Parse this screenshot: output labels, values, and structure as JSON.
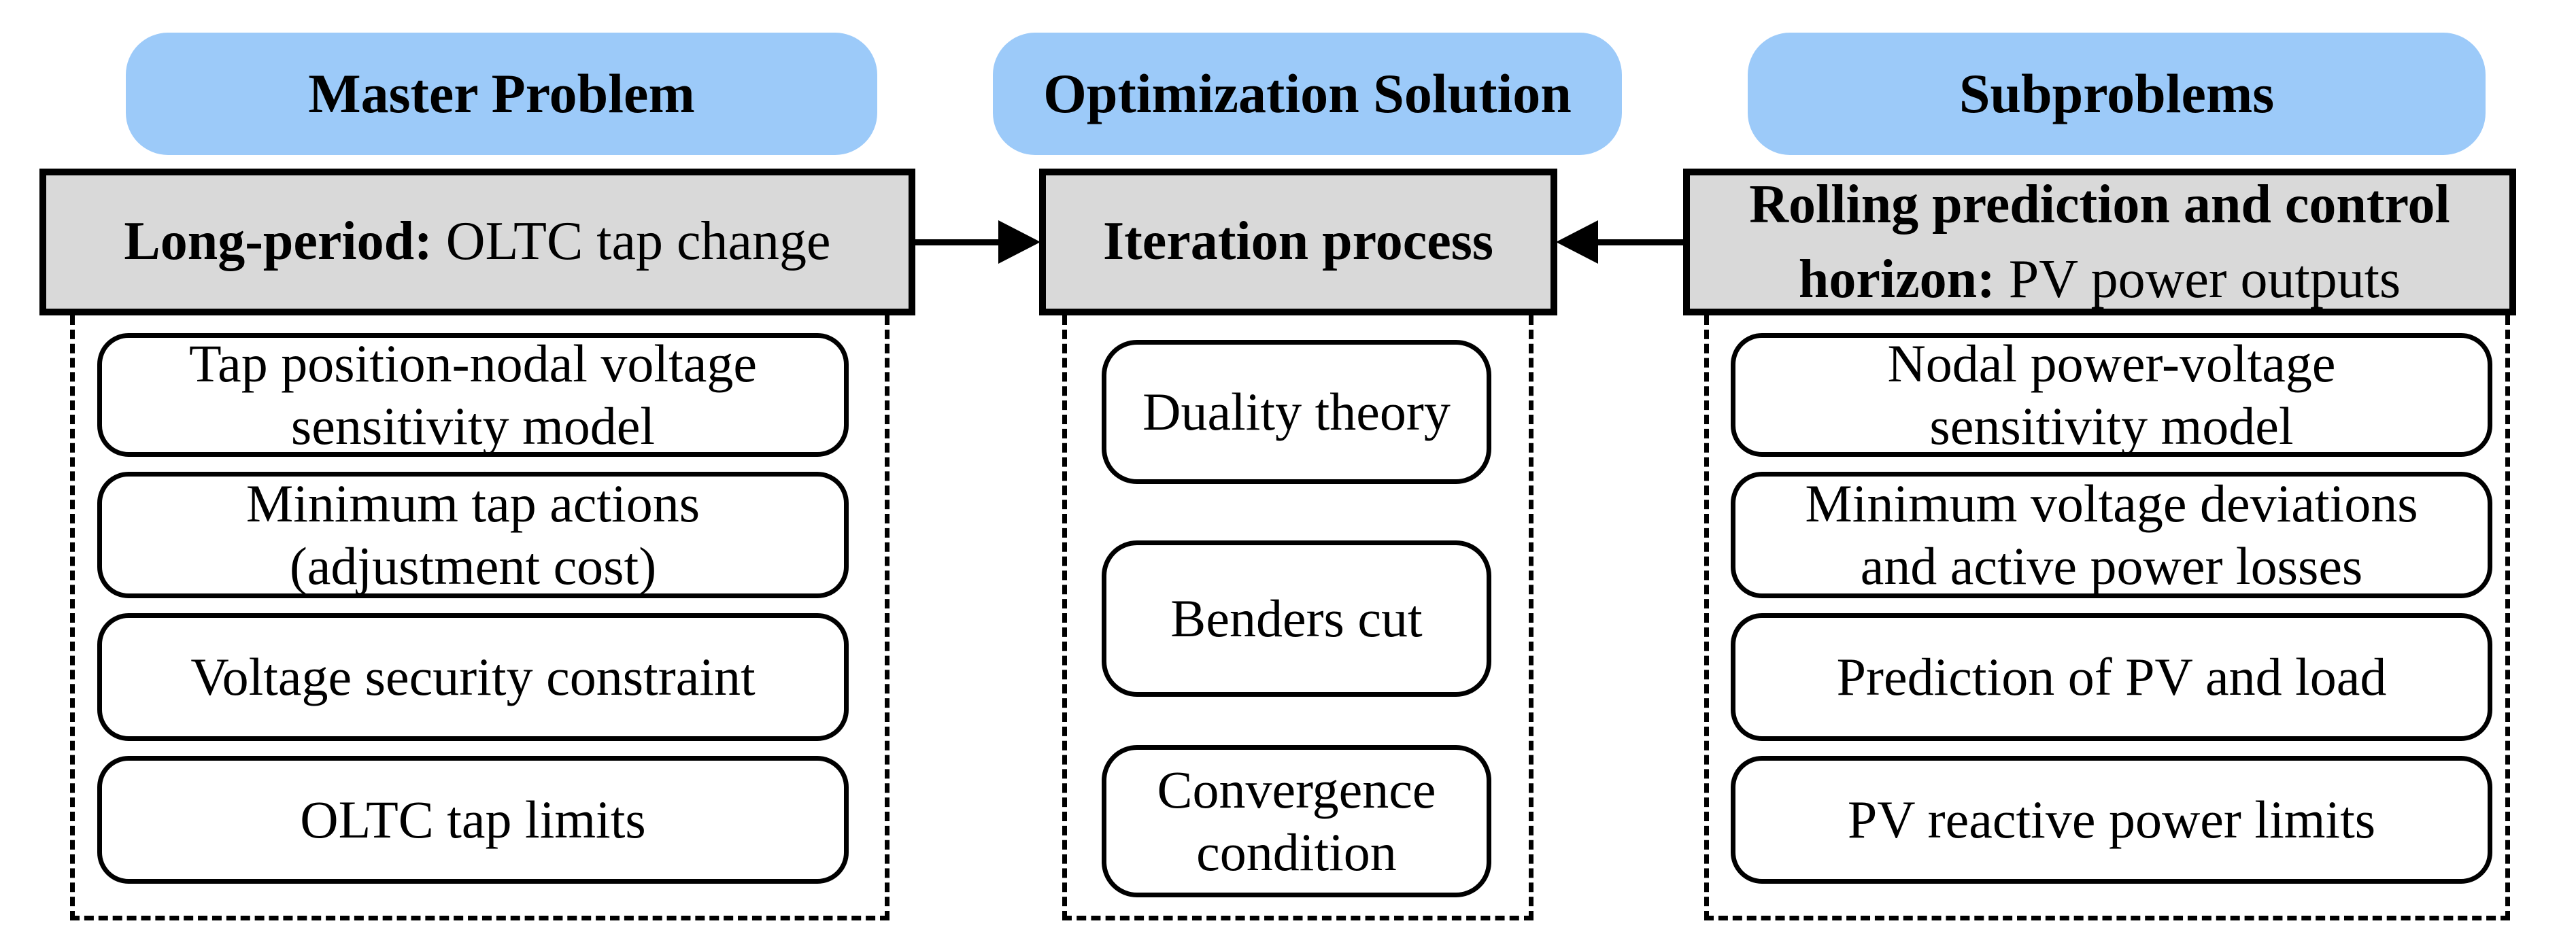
{
  "colors": {
    "header_fill": "#9ccaf9",
    "gray_fill": "#d9d9d9",
    "border": "#000000",
    "text": "#000000",
    "background": "#ffffff"
  },
  "columns": [
    {
      "header": "Master Problem",
      "gray": {
        "bold": "Long-period:",
        "regular": " OLTC tap change"
      },
      "items": [
        {
          "line1": "Tap position-nodal voltage",
          "line2": "sensitivity model"
        },
        {
          "line1": "Minimum tap actions",
          "line2": "(adjustment cost)"
        },
        {
          "line1": "Voltage security constraint",
          "line2": ""
        },
        {
          "line1": "OLTC tap limits",
          "line2": ""
        }
      ]
    },
    {
      "header": "Optimization Solution",
      "gray": {
        "bold": "Iteration process",
        "regular": ""
      },
      "items": [
        {
          "line1": "Duality theory",
          "line2": ""
        },
        {
          "line1": "Benders cut",
          "line2": ""
        },
        {
          "line1": "Convergence",
          "line2": "condition"
        }
      ]
    },
    {
      "header": "Subproblems",
      "gray": {
        "bold_line1": "Rolling prediction and control",
        "bold_line2": "horizon:",
        "regular_line2": " PV power outputs"
      },
      "items": [
        {
          "line1": "Nodal power-voltage",
          "line2": "sensitivity model"
        },
        {
          "line1": "Minimum voltage deviations",
          "line2": "and active power losses"
        },
        {
          "line1": "Prediction of PV and load",
          "line2": ""
        },
        {
          "line1": "PV reactive power limits",
          "line2": ""
        }
      ]
    }
  ]
}
